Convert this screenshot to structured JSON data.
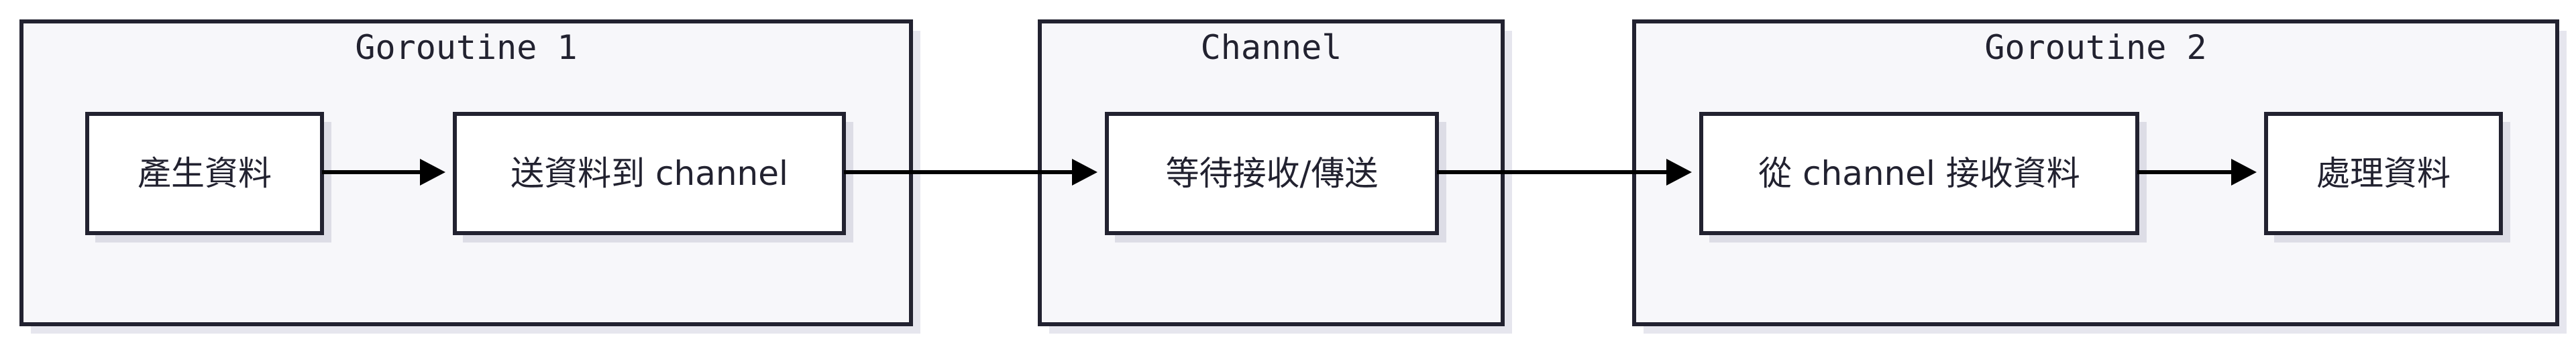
{
  "clusters": {
    "goroutine1": {
      "title": "Goroutine 1"
    },
    "channel": {
      "title": "Channel"
    },
    "goroutine2": {
      "title": "Goroutine 2"
    }
  },
  "nodes": {
    "produce": {
      "label": "產生資料"
    },
    "send": {
      "label": "送資料到 channel"
    },
    "wait": {
      "label": "等待接收/傳送"
    },
    "receive": {
      "label": "從 channel 接收資料"
    },
    "process": {
      "label": "處理資料"
    }
  },
  "edges": [
    {
      "from": "produce",
      "to": "send"
    },
    {
      "from": "send",
      "to": "wait"
    },
    {
      "from": "wait",
      "to": "receive"
    },
    {
      "from": "receive",
      "to": "process"
    }
  ],
  "colors": {
    "cluster_fill": "#f7f7fa",
    "stroke": "#222230",
    "node_fill": "#ffffff",
    "edge": "#000000"
  }
}
